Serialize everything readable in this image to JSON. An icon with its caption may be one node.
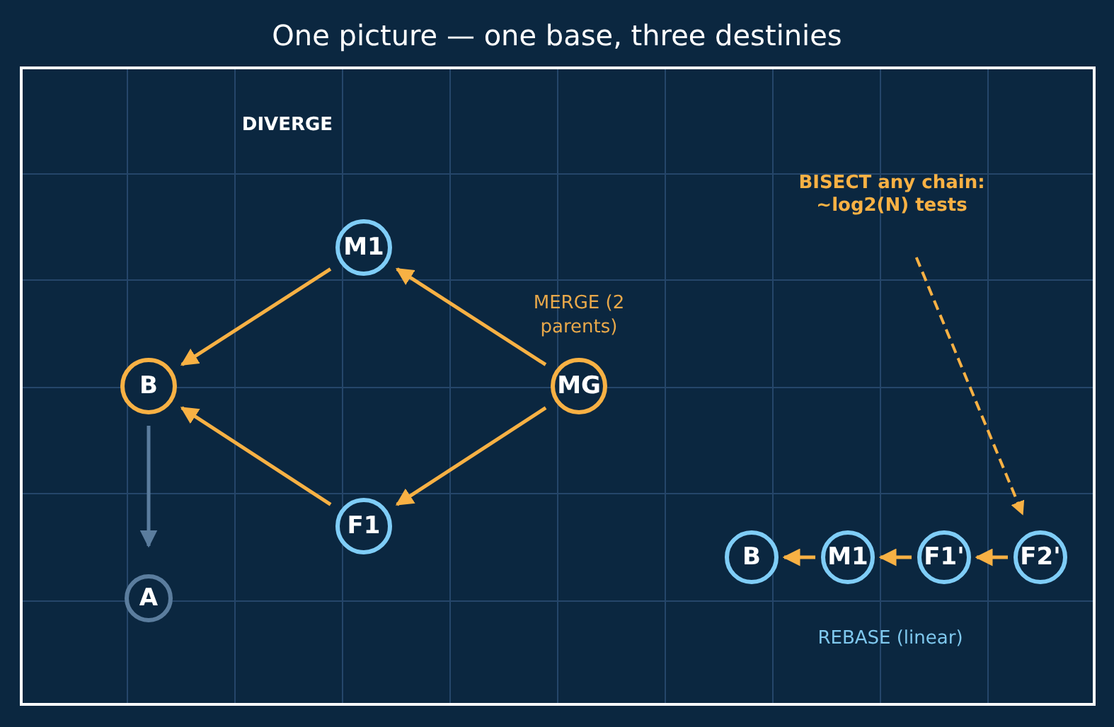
{
  "diagram": {
    "title": "One picture — one base, three destinies",
    "nodes": [
      {
        "text": [
          "B"
        ]
      },
      {
        "text": [
          "M1"
        ]
      },
      {
        "text": [
          "F1"
        ]
      },
      {
        "text": [
          "MG"
        ]
      },
      {
        "text": [
          "A"
        ]
      },
      {
        "text": [
          "B"
        ]
      },
      {
        "text": [
          "M1"
        ]
      },
      {
        "text": [
          "F1'"
        ]
      },
      {
        "text": [
          "F2'"
        ]
      },
      {
        "text": [
          "BISECT any chain: ~log2(N) tests"
        ]
      }
    ],
    "edges": [
      {
        "from": 1,
        "to": 0,
        "arrow": "to"
      },
      {
        "from": 2,
        "to": 0,
        "arrow": "to"
      },
      {
        "from": 3,
        "to": 1,
        "arrow": "to"
      },
      {
        "from": 3,
        "to": 2,
        "arrow": "to"
      },
      {
        "from": 0,
        "to": 4,
        "arrow": "to",
        "color": "#5b7d9e"
      },
      {
        "from": 6,
        "to": 5,
        "arrow": "to"
      },
      {
        "from": 7,
        "to": 6,
        "arrow": "to"
      },
      {
        "from": 8,
        "to": 7,
        "arrow": "to"
      },
      {
        "from": 9,
        "to": 8,
        "arrow": "to",
        "style": "dashed"
      }
    ],
    "labels": [
      "DIVERGE",
      "MERGE (2 parents)",
      "REBASE (linear)"
    ]
  }
}
